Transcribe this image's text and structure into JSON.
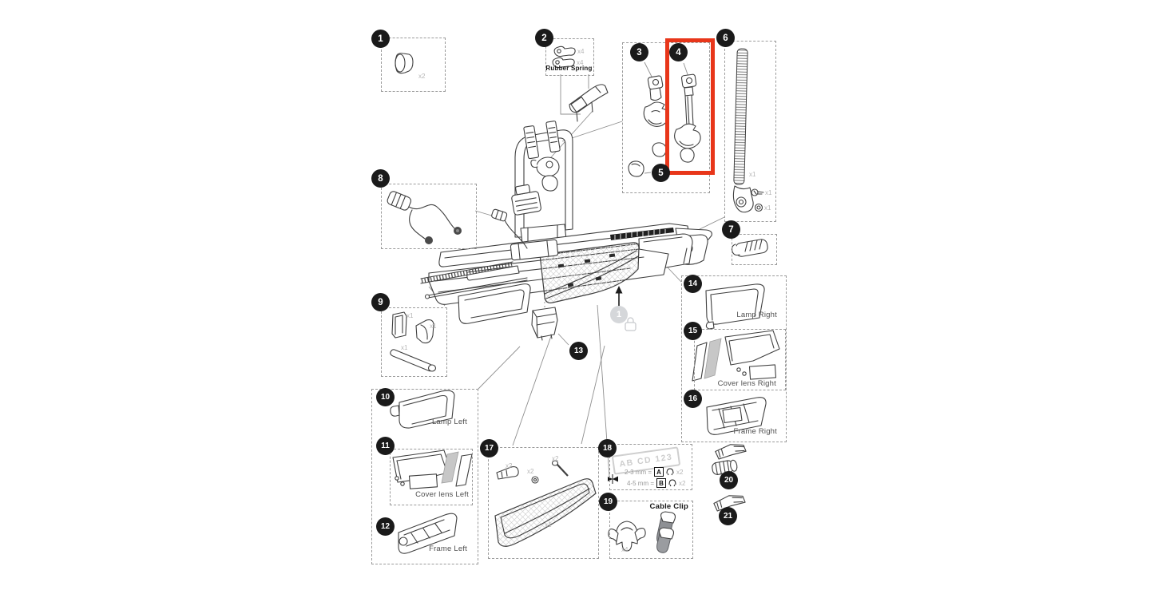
{
  "badges": [
    "1",
    "2",
    "3",
    "4",
    "5",
    "6",
    "7",
    "8",
    "9",
    "10",
    "11",
    "12",
    "13",
    "14",
    "15",
    "16",
    "17",
    "18",
    "19",
    "20",
    "21"
  ],
  "labels": {
    "rubber_spring": "Rubber Spring",
    "lamp_left": "Lamp Left",
    "cover_lens_left": "Cover lens Left",
    "frame_left": "Frame Left",
    "lamp_right": "Lamp Right",
    "cover_lens_right": "Cover lens Right",
    "frame_right": "Frame Right",
    "cable_clip": "Cable Clip",
    "license_plate": "AB CD 123",
    "step_marker": "1"
  },
  "fastener_guide": {
    "row_a": {
      "range": "2-3 mm =",
      "letter": "A",
      "qty": "x2"
    },
    "row_b": {
      "range": "4-5 mm =",
      "letter": "B",
      "qty": "x2"
    }
  },
  "quantities": {
    "part1_cap": "x2",
    "part2_spring_top": "x4",
    "part2_spring_bottom": "x4",
    "part6_strap": "x1",
    "part6_screw": "x1",
    "part6_nut": "x1",
    "part9_bracket": "x1",
    "part9_lever": "x1",
    "part9_axle": "x1",
    "part17_screw": "x2",
    "part17_washer": "x2",
    "part17_plug": "x2",
    "part17_plate": "x1",
    "part19_clip": "x4"
  },
  "colors": {
    "badge_bg": "#1a1a1a",
    "badge_text": "#ffffff",
    "highlight_red": "#e8361a",
    "line_art": "#3f3f3f",
    "dashed_border": "#9b9b9b",
    "qty_text": "#b5b5b5",
    "label_text": "#4f4f4f",
    "step_circle_bg": "#d5d7da"
  }
}
